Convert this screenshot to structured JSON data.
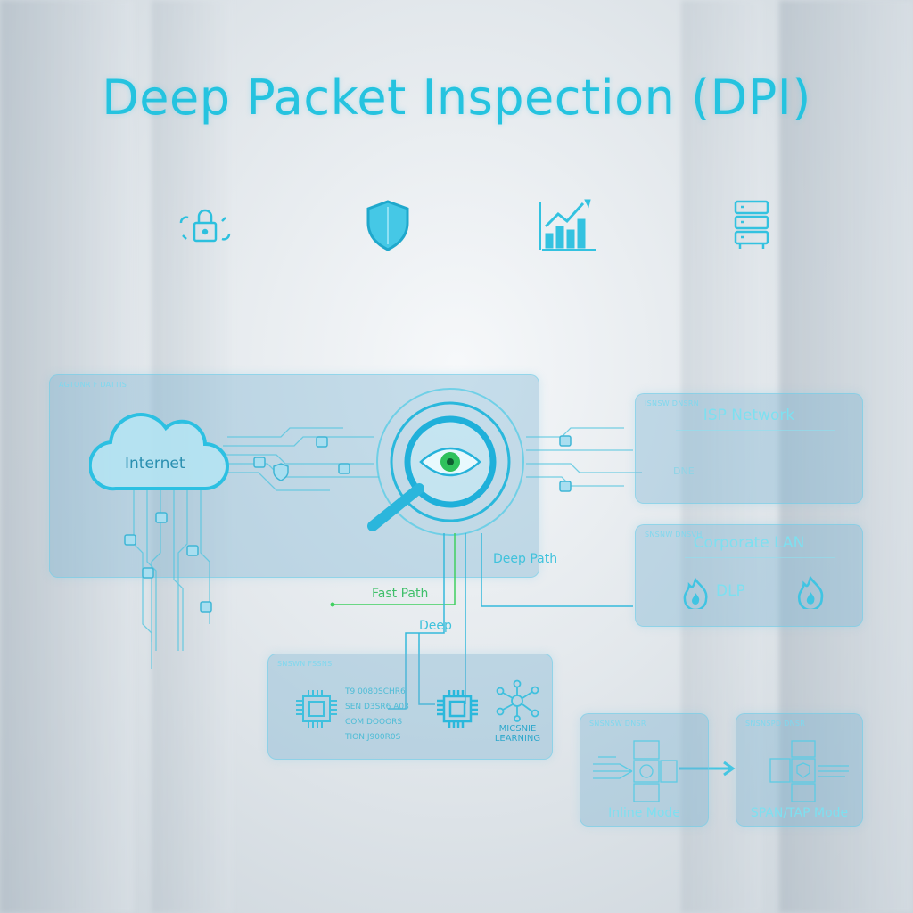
{
  "title": "Deep Packet Inspection (DPI)",
  "icons": [
    "lock-sync-icon",
    "shield-icon",
    "growth-chart-icon",
    "server-icon"
  ],
  "internet_panel": {
    "label": "AGTONR F DATTIS",
    "cloud_label": "Internet"
  },
  "isp_panel": {
    "label": "ISNSW DNSRN",
    "title": "ISP Network",
    "dne_label": "DNE"
  },
  "corporate_panel": {
    "label": "SNSNW DNSVH",
    "title": "Corporate LAN",
    "dlp_label": "DLP"
  },
  "paths": {
    "fast": "Fast Path",
    "deep_path": "Deep Path",
    "deep": "Deep"
  },
  "processing_panel": {
    "label": "SNSWN FSSNS",
    "lines": [
      "T9  0080SCHR6",
      "SEN D3SR6 A03",
      "COM DOOORS",
      "TION  J900R0S"
    ],
    "ml_label_1": "MICSNIE",
    "ml_label_2": "LEARNING"
  },
  "modes": {
    "inline": {
      "label": "SNSNSW DNSR",
      "title": "Inline Mode"
    },
    "span": {
      "label": "SNSNSPD DNSR",
      "title": "SPAN/TAP Mode"
    }
  },
  "colors": {
    "accent": "#25c3df",
    "green": "#3fd060"
  }
}
